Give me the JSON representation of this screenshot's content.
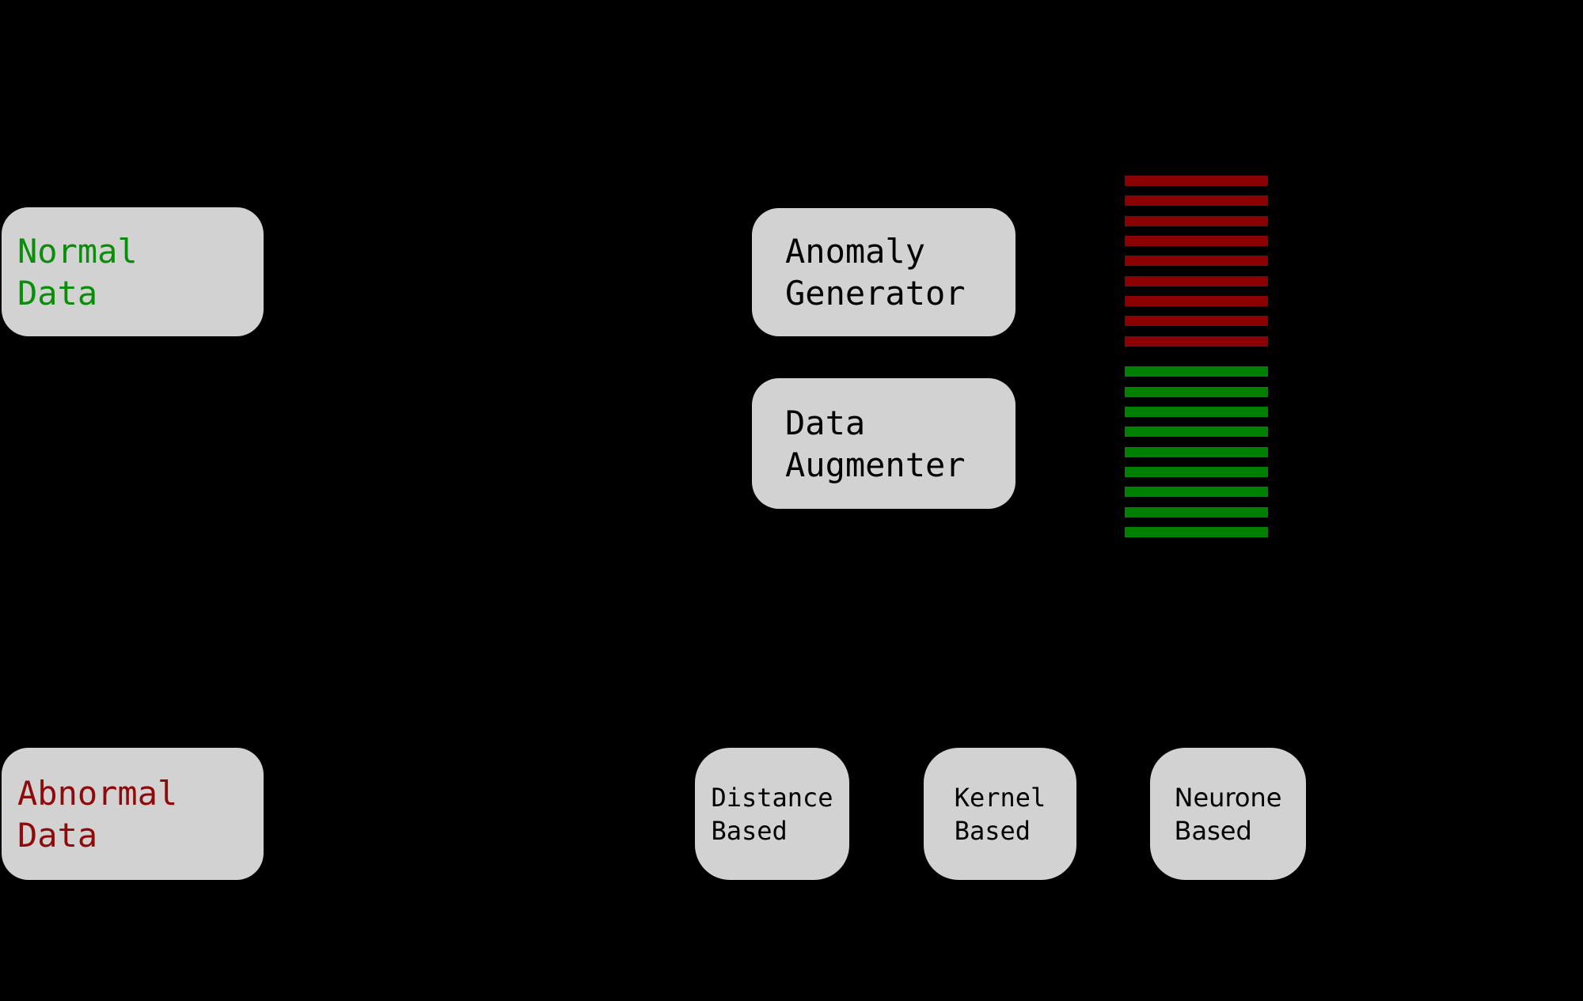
{
  "diagram": {
    "background": "#000000",
    "node_fill": "#d2d2d2",
    "nodes": {
      "normal_data": {
        "lines": [
          "Normal",
          "Data"
        ],
        "color": "#0a8e0a"
      },
      "abnormal_data": {
        "lines": [
          "Abnormal",
          "Data"
        ],
        "color": "#8e0b0b"
      },
      "anomaly_generator": {
        "lines": [
          "Anomaly",
          "Generator"
        ],
        "color": "#000000"
      },
      "data_augmenter": {
        "lines": [
          "Data",
          "Augmenter"
        ],
        "color": "#000000"
      },
      "distance_based": {
        "lines": [
          "Distance",
          "Based"
        ],
        "color": "#000000"
      },
      "kernel_based": {
        "lines": [
          "Kernel",
          "Based"
        ],
        "color": "#000000"
      },
      "neurone_based": {
        "lines": [
          "Neurone",
          "Based"
        ],
        "color": "#000000"
      }
    },
    "stripe_stacks": [
      {
        "id": "anomaly-sample-stripes",
        "count": 9,
        "color": "#8b0000"
      },
      {
        "id": "augmented-sample-stripes",
        "count": 9,
        "color": "#008000"
      }
    ]
  }
}
